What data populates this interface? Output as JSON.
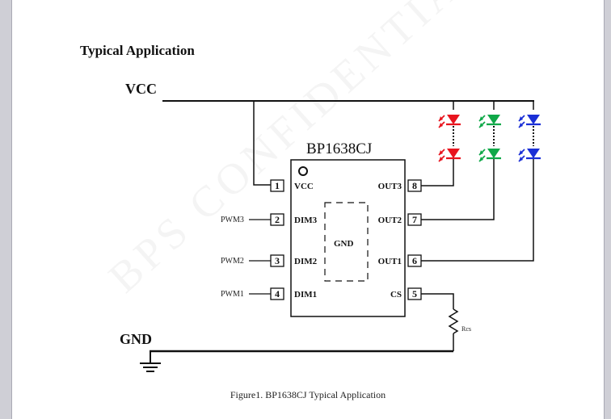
{
  "section_title": "Typical Application",
  "watermark": "BPS CONFIDENTIAL",
  "rails": {
    "vcc": "VCC",
    "gnd": "GND"
  },
  "chip": {
    "name": "BP1638CJ",
    "center_label": "GND"
  },
  "pins": [
    {
      "num": "1",
      "label": "VCC"
    },
    {
      "num": "2",
      "label": "DIM3"
    },
    {
      "num": "3",
      "label": "DIM2"
    },
    {
      "num": "4",
      "label": "DIM1"
    },
    {
      "num": "5",
      "label": "CS"
    },
    {
      "num": "6",
      "label": "OUT1"
    },
    {
      "num": "7",
      "label": "OUT2"
    },
    {
      "num": "8",
      "label": "OUT3"
    }
  ],
  "pwm_inputs": [
    "PWM3",
    "PWM2",
    "PWM1"
  ],
  "resistor_label": "Rcs",
  "led_colors": {
    "red": "#e8141e",
    "green": "#0fa848",
    "blue": "#1a2fd6"
  },
  "caption": "Figure1. BP1638CJ Typical Application"
}
